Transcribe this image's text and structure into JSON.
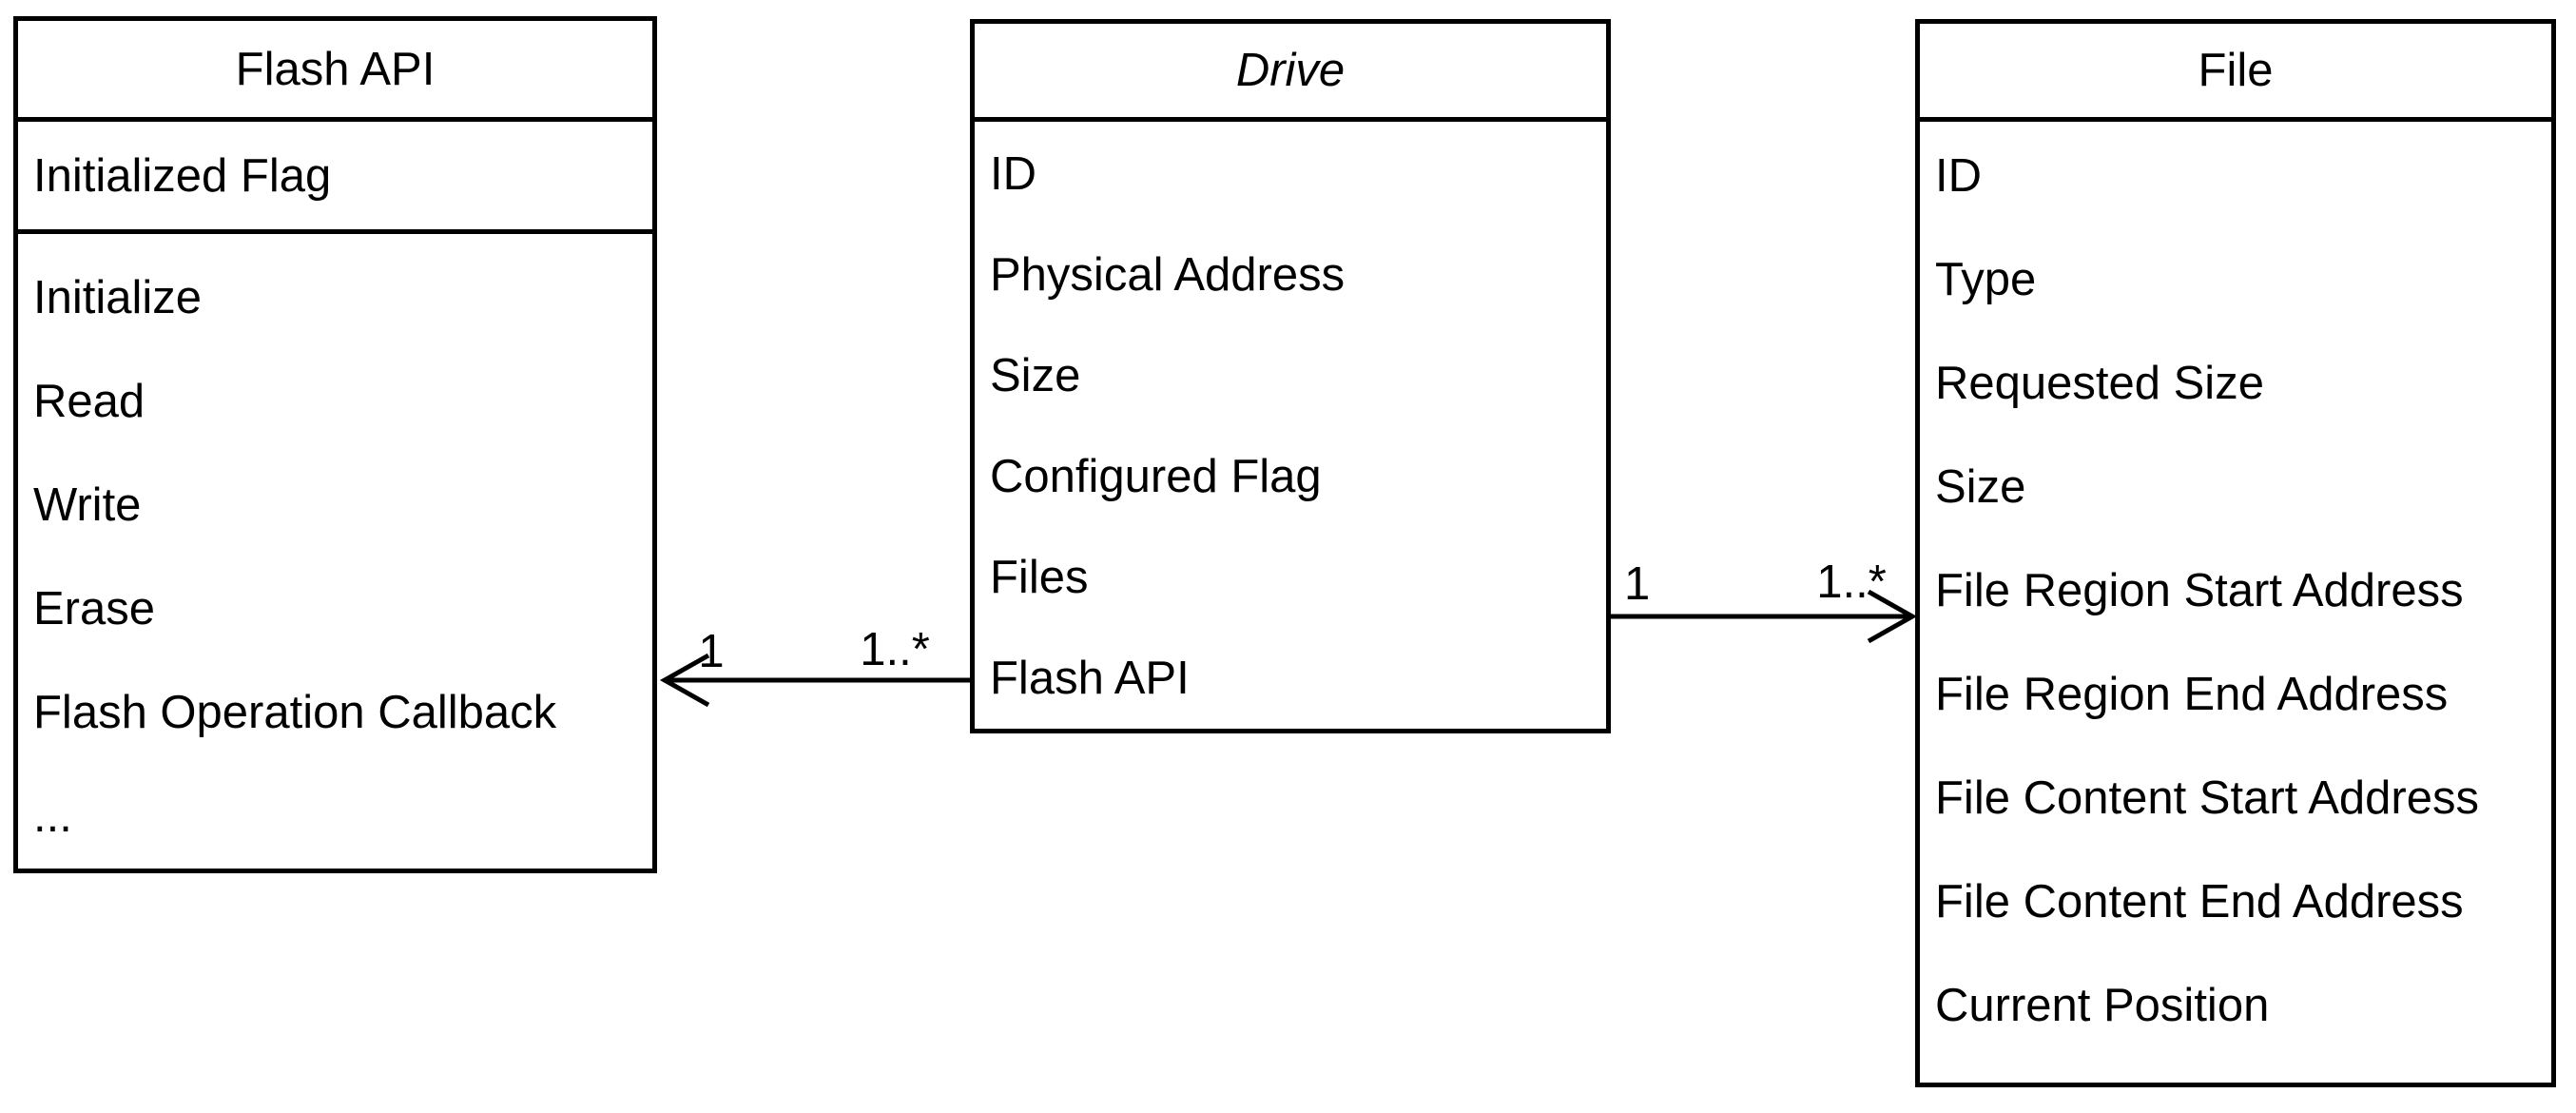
{
  "diagram": {
    "type": "uml-class-diagram",
    "background_color": "#ffffff",
    "line_color": "#000000",
    "text_color": "#000000",
    "classes": [
      {
        "name": "Flash API",
        "abstract": false,
        "attributes": [
          "Initialized Flag"
        ],
        "operations": [
          "Initialize",
          "Read",
          "Write",
          "Erase",
          "Flash Operation Callback",
          "..."
        ]
      },
      {
        "name": "Drive",
        "abstract": true,
        "attributes": [
          "ID",
          "Physical Address",
          "Size",
          "Configured Flag",
          "Files",
          "Flash API"
        ],
        "operations": []
      },
      {
        "name": "File",
        "abstract": false,
        "attributes": [
          "ID",
          "Type",
          "Requested Size",
          "Size",
          "File Region Start Address",
          "File Region End Address",
          "File Content Start Address",
          "File Content End Address",
          "Current Position"
        ],
        "operations": []
      }
    ],
    "associations": [
      {
        "from": "Drive",
        "to": "Flash API",
        "arrowhead": "open",
        "label_at_target": "1",
        "label_at_source": "1..*"
      },
      {
        "from": "Drive",
        "to": "File",
        "arrowhead": "open",
        "label_at_source": "1",
        "label_at_target": "1..*"
      }
    ]
  }
}
